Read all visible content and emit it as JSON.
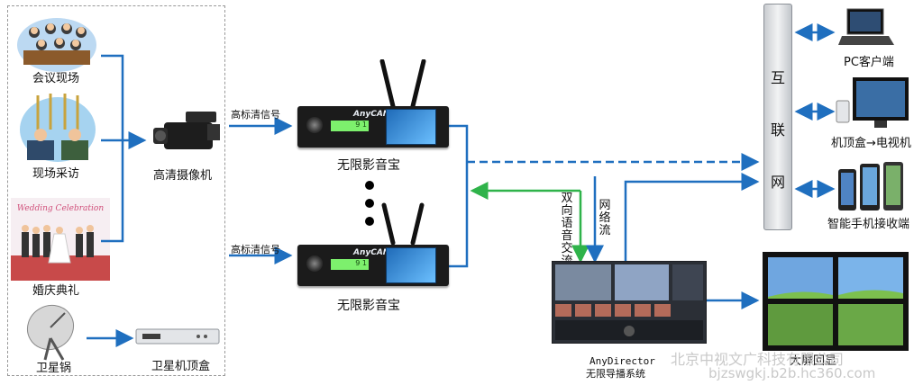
{
  "sources": {
    "meeting": "会议现场",
    "interview": "现场采访",
    "wedding": "婚庆典礼",
    "wedding_banner": "Wedding Celebration",
    "satellite_dish": "卫星锅",
    "satellite_box": "卫星机顶盒"
  },
  "camera": "高清摄像机",
  "signal_top": "高标清信号",
  "signal_bottom": "高标清信号",
  "encoder_top": "无限影音宝",
  "encoder_bottom": "无限影音宝",
  "encoder_brand": "AnyCAMBOX",
  "encoder_screen": "9 1",
  "two_way_audio": [
    "双",
    "向",
    "语",
    "音",
    "交",
    "流"
  ],
  "network_stream": [
    "网",
    "络",
    "流"
  ],
  "director": {
    "line1": "AnyDirector",
    "line2": "无限导播系统"
  },
  "internet": [
    "互",
    "联",
    "网"
  ],
  "clients": {
    "pc": "PC客户端",
    "stb_tv": "机顶盒→电视机",
    "mobile": "智能手机接收端"
  },
  "screen_wall": "大屏回显",
  "watermark": {
    "line1": "北京中视文广科技有限公司",
    "line2": "bjzswgkj.b2b.hc360.com"
  },
  "colors": {
    "arrow_blue": "#1f6fbf",
    "arrow_green": "#2fb34a"
  }
}
